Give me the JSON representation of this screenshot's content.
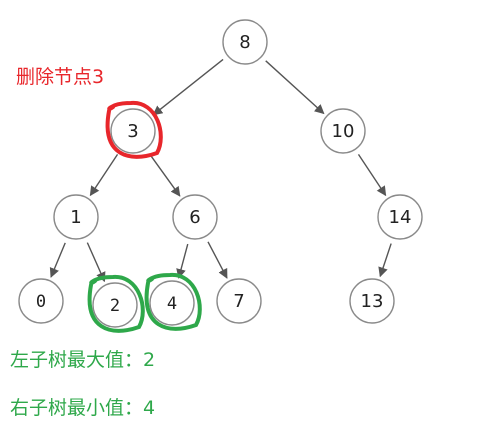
{
  "annotations": {
    "delete_label": "删除节点3",
    "left_max_label": "左子树最大值：2",
    "right_min_label": "右子树最小值：4"
  },
  "colors": {
    "delete_highlight": "#e8262b",
    "candidate_highlight": "#2ea84a",
    "node_stroke": "#8a8a8a",
    "edge": "#555555"
  },
  "tree": {
    "nodes": [
      {
        "id": "n8",
        "label": "8"
      },
      {
        "id": "n3",
        "label": "3",
        "highlight": "delete"
      },
      {
        "id": "n10",
        "label": "10"
      },
      {
        "id": "n1",
        "label": "1"
      },
      {
        "id": "n6",
        "label": "6"
      },
      {
        "id": "n14",
        "label": "14"
      },
      {
        "id": "n0",
        "label": "0"
      },
      {
        "id": "n2",
        "label": "2",
        "highlight": "candidate"
      },
      {
        "id": "n4",
        "label": "4",
        "highlight": "candidate"
      },
      {
        "id": "n7",
        "label": "7"
      },
      {
        "id": "n13",
        "label": "13"
      }
    ],
    "edges": [
      [
        "n8",
        "n3"
      ],
      [
        "n8",
        "n10"
      ],
      [
        "n3",
        "n1"
      ],
      [
        "n3",
        "n6"
      ],
      [
        "n10",
        "n14"
      ],
      [
        "n1",
        "n0"
      ],
      [
        "n1",
        "n2"
      ],
      [
        "n6",
        "n4"
      ],
      [
        "n6",
        "n7"
      ],
      [
        "n14",
        "n13"
      ]
    ]
  }
}
